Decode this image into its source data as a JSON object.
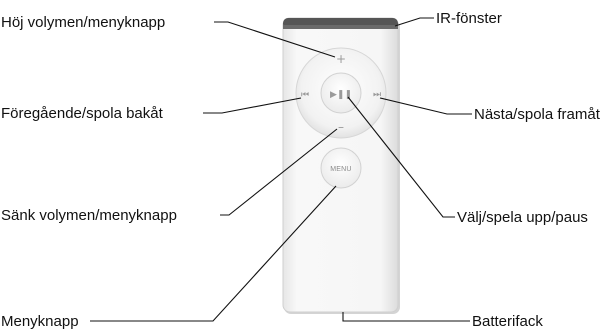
{
  "labels": {
    "volume_up": "Höj volymen/menyknapp",
    "previous": "Föregående/spola bakåt",
    "volume_down": "Sänk volymen/menyknapp",
    "menu_button": "Menyknapp",
    "ir_window": "IR-fönster",
    "next": "Nästa/spola framåt",
    "select_play": "Välj/spela upp/paus",
    "battery": "Batterifack"
  },
  "remote": {
    "plus_symbol": "+",
    "minus_symbol": "–",
    "prev_symbol": "⏮",
    "next_symbol": "⏭",
    "play_pause_symbol": "▶❚❚",
    "menu_text": "MENU"
  },
  "colors": {
    "body": "#f7f7f7",
    "ir_window": "#5a5a5a",
    "text": "#111111"
  }
}
